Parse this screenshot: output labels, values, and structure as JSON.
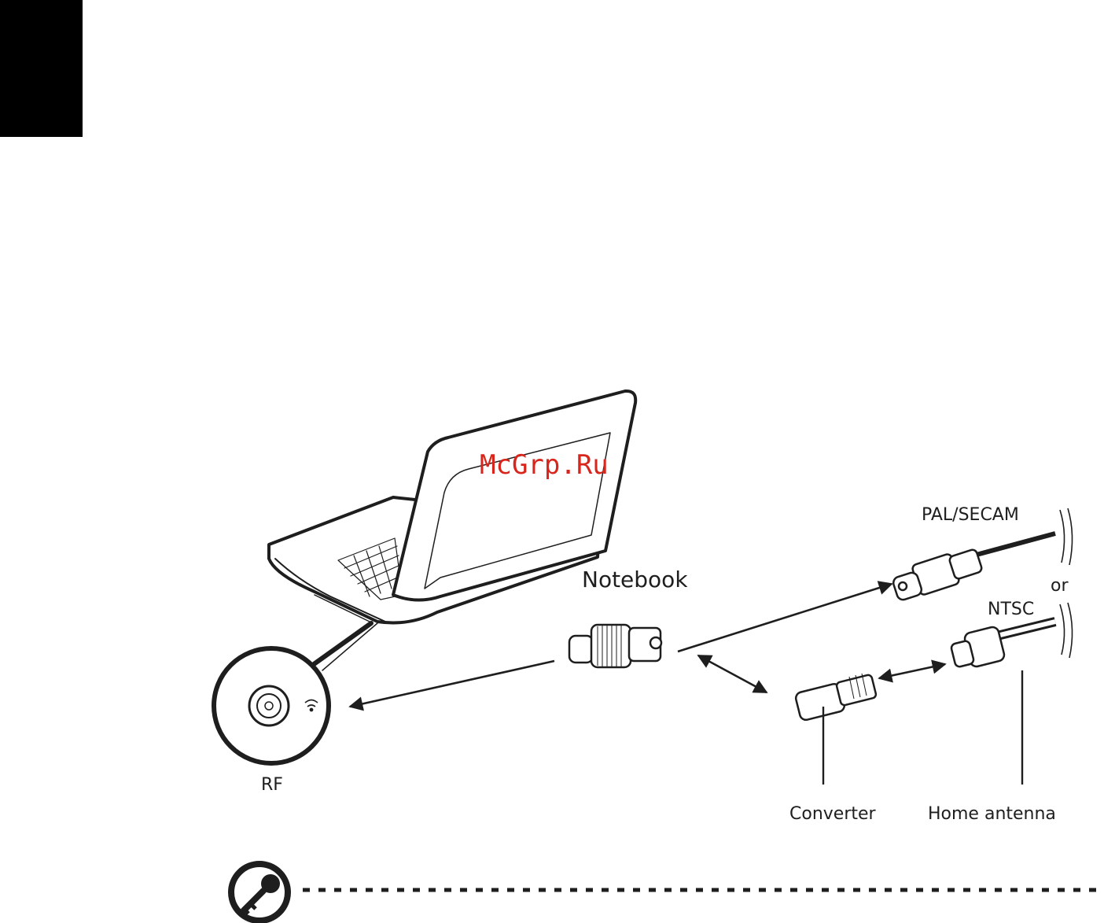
{
  "watermark": "McGrp.Ru",
  "labels": {
    "notebook": "Notebook",
    "rf": "RF",
    "pal_secam": "PAL/SECAM",
    "or": "or",
    "ntsc": "NTSC",
    "converter": "Converter",
    "home_antenna": "Home antenna"
  },
  "colors": {
    "watermark": "#d9261c",
    "ink": "#1e1e1e",
    "tab": "#000000"
  },
  "icons": {
    "note": "key-icon",
    "signal": "wireless-signal-icon"
  }
}
